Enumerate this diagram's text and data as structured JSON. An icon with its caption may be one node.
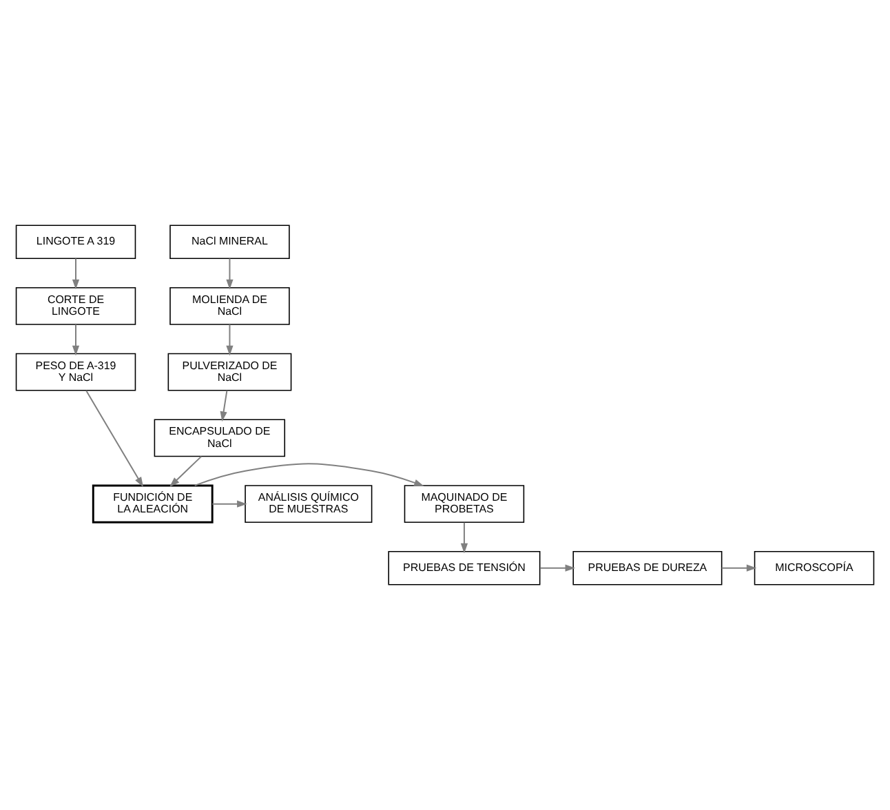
{
  "diagram": {
    "nodes": [
      {
        "text": [
          "LINGOTE A 319"
        ]
      },
      {
        "text": [
          "NaCl MINERAL"
        ]
      },
      {
        "text": [
          "CORTE DE LINGOTE"
        ]
      },
      {
        "text": [
          "MOLIENDA DE NaCl"
        ]
      },
      {
        "text": [
          "PESO DE A-319 Y NaCl"
        ]
      },
      {
        "text": [
          "PULVERIZADO DE NaCl"
        ]
      },
      {
        "text": [
          "ENCAPSULADO DE NaCl"
        ]
      },
      {
        "text": [
          "MAQUINADO DE PROBETAS"
        ]
      },
      {
        "text": [
          "FUNDICIÓN DE LA ALEACIÓN"
        ]
      },
      {
        "text": [
          "ANÁLISIS QUÍMICO DE MUESTRAS"
        ]
      },
      {
        "text": [
          "PRUEBAS DE TENSIÓN"
        ]
      },
      {
        "text": [
          "PRUEBAS DE DUREZA"
        ]
      },
      {
        "text": [
          "MICROSCOPÍA"
        ]
      }
    ],
    "edges": [
      {
        "from": 0,
        "to": 2,
        "arrow": "to"
      },
      {
        "from": 2,
        "to": 4,
        "arrow": "to"
      },
      {
        "from": 1,
        "to": 3,
        "arrow": "to"
      },
      {
        "from": 3,
        "to": 5,
        "arrow": "to"
      },
      {
        "from": 5,
        "to": 6,
        "arrow": "to"
      },
      {
        "from": 4,
        "to": 8,
        "arrow": "to"
      },
      {
        "from": 6,
        "to": 8,
        "arrow": "to"
      },
      {
        "from": 8,
        "to": 7,
        "arrow": "to"
      },
      {
        "from": 8,
        "to": 9,
        "arrow": "to"
      },
      {
        "from": 7,
        "to": 10,
        "arrow": "to"
      },
      {
        "from": 10,
        "to": 11,
        "arrow": "to"
      },
      {
        "from": 11,
        "to": 12,
        "arrow": "to"
      }
    ]
  }
}
